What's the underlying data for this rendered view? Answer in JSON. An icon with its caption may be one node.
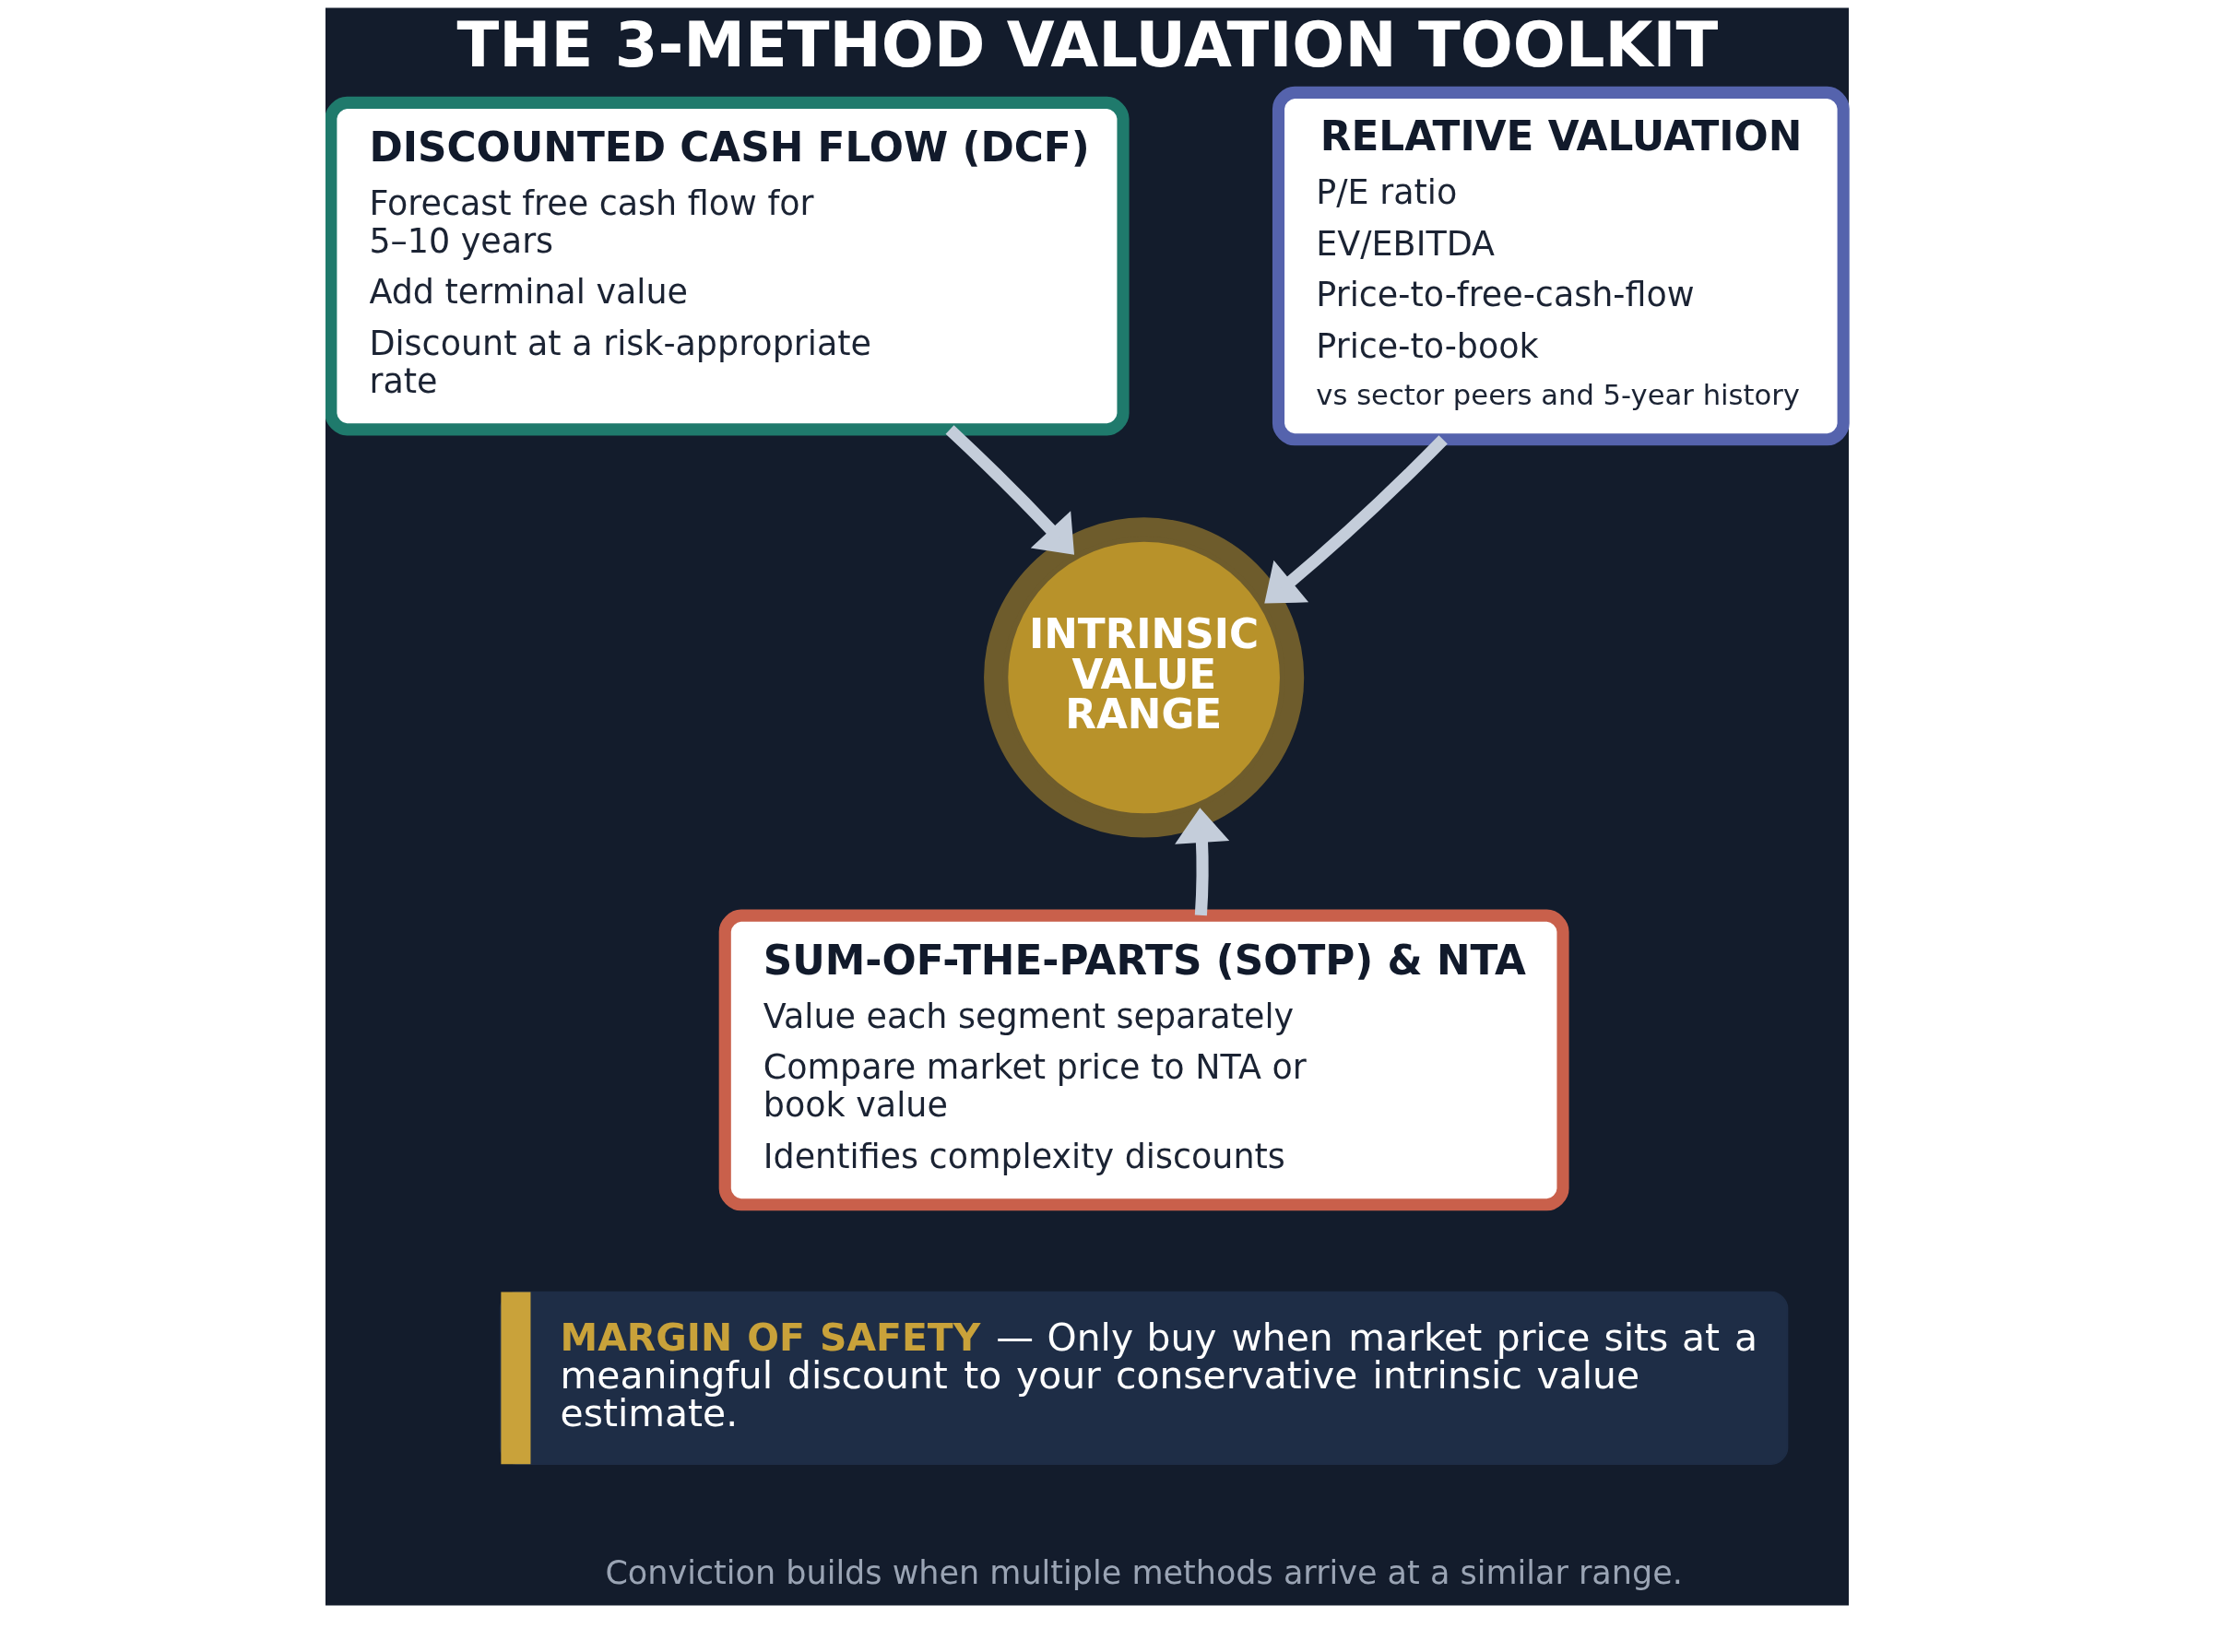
{
  "diagram": {
    "title": "THE 3-METHOD VALUATION TOOLKIT",
    "caption": "Conviction builds when multiple methods arrive at a similar range.",
    "nodes": [
      {
        "text": [
          "DISCOUNTED CASH FLOW (DCF)",
          "Forecast free cash flow for 5–10 years",
          "Add terminal value",
          "Discount at a risk-appropriate rate"
        ]
      },
      {
        "text": [
          "RELATIVE VALUATION",
          "P/E ratio",
          "EV/EBITDA",
          "Price-to-free-cash-flow",
          "Price-to-book",
          "vs sector peers and 5-year history"
        ]
      },
      {
        "text": [
          "INTRINSIC VALUE RANGE"
        ]
      },
      {
        "text": [
          "SUM-OF-THE-PARTS (SOTP) & NTA",
          "Value each segment separately",
          "Compare market price to NTA or book value",
          "Identifies complexity discounts"
        ]
      },
      {
        "text": [
          "MARGIN OF SAFETY",
          "— Only buy when market price sits at a meaningful discount to your conservative intrinsic value estimate."
        ]
      }
    ],
    "edges": [
      {
        "from": 0,
        "to": 2,
        "arrow": "to"
      },
      {
        "from": 1,
        "to": 2,
        "arrow": "to"
      },
      {
        "from": 3,
        "to": 2,
        "arrow": "to"
      }
    ]
  }
}
